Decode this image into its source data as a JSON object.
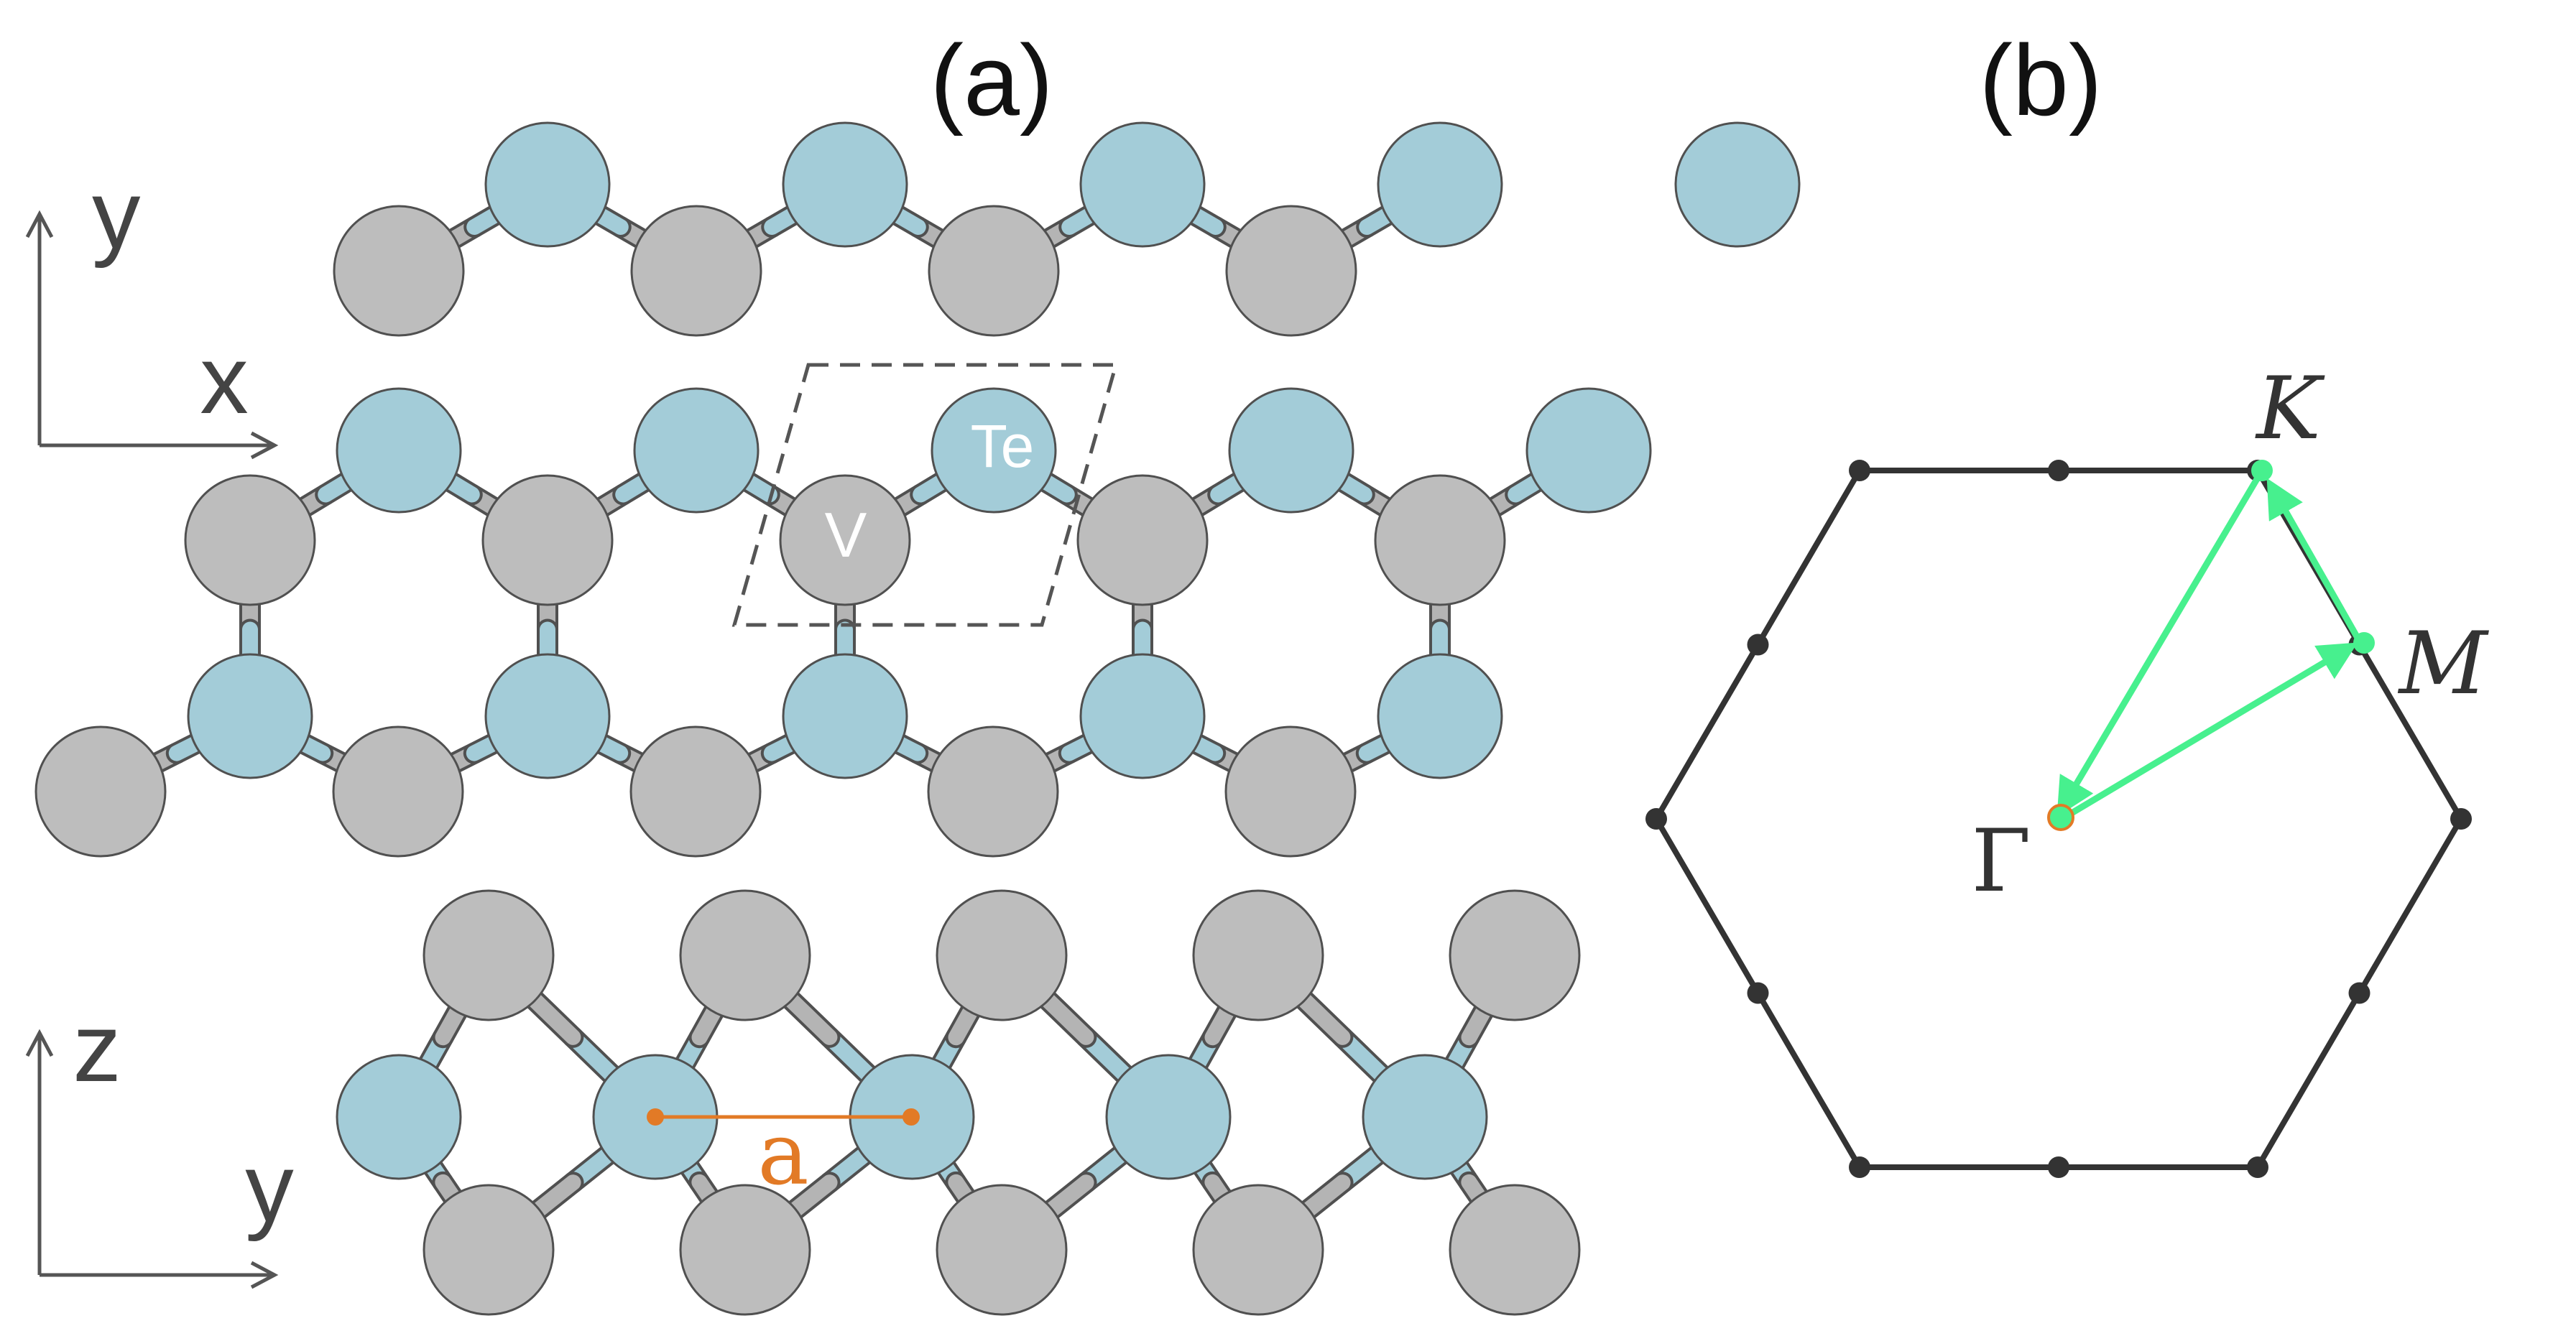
{
  "panels": {
    "a": "(a)",
    "b": "(b)"
  },
  "axes": {
    "top_vertical": "y",
    "top_horizontal": "x",
    "bottom_vertical": "z",
    "bottom_horizontal": "y"
  },
  "atoms": {
    "te": "Te",
    "v": "V"
  },
  "lattice_constant": "a",
  "brillouin": {
    "gamma": "Γ",
    "k": "K",
    "m": "M"
  },
  "colors": {
    "v_atom": "#bdbdbd",
    "te_atom": "#a3ccd8",
    "bond_v": "#b4b4b4",
    "bond_te": "#a3ccd8",
    "outline": "#505050",
    "lattice_line": "#e27a26",
    "path": "#47f08e",
    "hexagon": "#333333",
    "gamma_point": "#e27a26"
  }
}
